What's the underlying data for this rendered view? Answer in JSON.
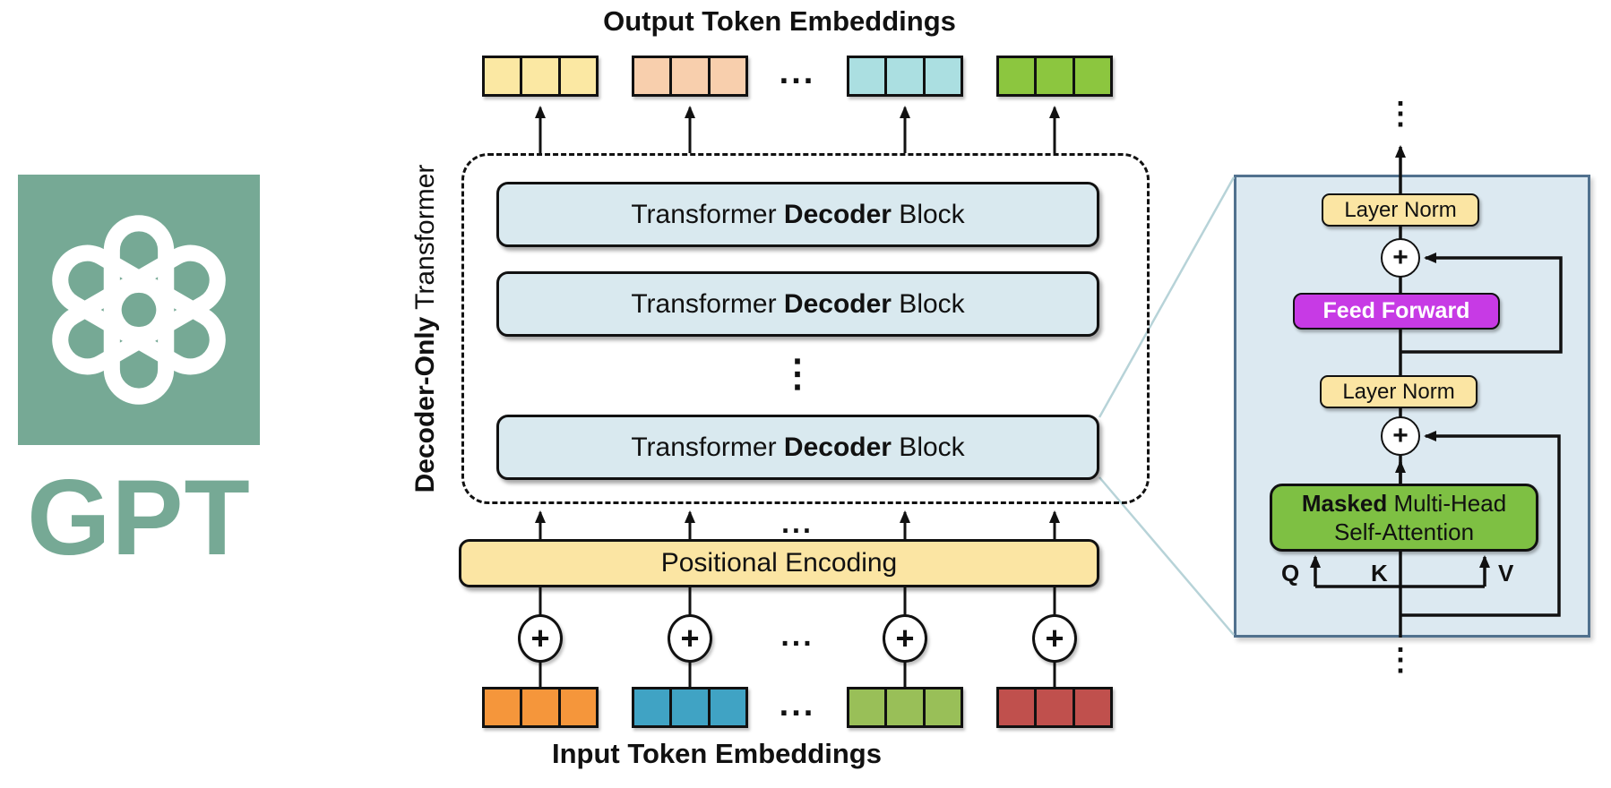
{
  "brand": {
    "name": "GPT"
  },
  "titles": {
    "output": "Output Token Embeddings",
    "input": "Input Token Embeddings"
  },
  "wrapper_label": {
    "bold": "Decoder-Only",
    "rest": " Transformer"
  },
  "decoder_block": {
    "prefix": "Transformer ",
    "bold": "Decoder",
    "suffix": " Block"
  },
  "positional": {
    "label": "Positional Encoding"
  },
  "plus": "+",
  "dots_h": "...",
  "dots_v": "⋮",
  "detail": {
    "layer_norm": "Layer Norm",
    "feed_forward": "Feed Forward",
    "mha_bold": "Masked",
    "mha_rest": " Multi-Head",
    "mha_line2": "Self-Attention",
    "q": "Q",
    "k": "K",
    "v": "V"
  },
  "colors": {
    "brand_teal": "#76a995",
    "output_tokens": [
      "#fbe8a3",
      "#f8cfad",
      "#abdfe1",
      "#8cc63f"
    ],
    "input_tokens": [
      "#f5963b",
      "#40a3c4",
      "#99bf58",
      "#c0504d"
    ],
    "block_fill": "#d9e9ef",
    "accent_yellow": "#fbe5a3",
    "panel_fill": "#dce9f1",
    "panel_border": "#51718e",
    "feed_forward_magenta": "#c73ae5",
    "attention_green": "#7ec043",
    "zoom_line": "#b7d3d8"
  }
}
